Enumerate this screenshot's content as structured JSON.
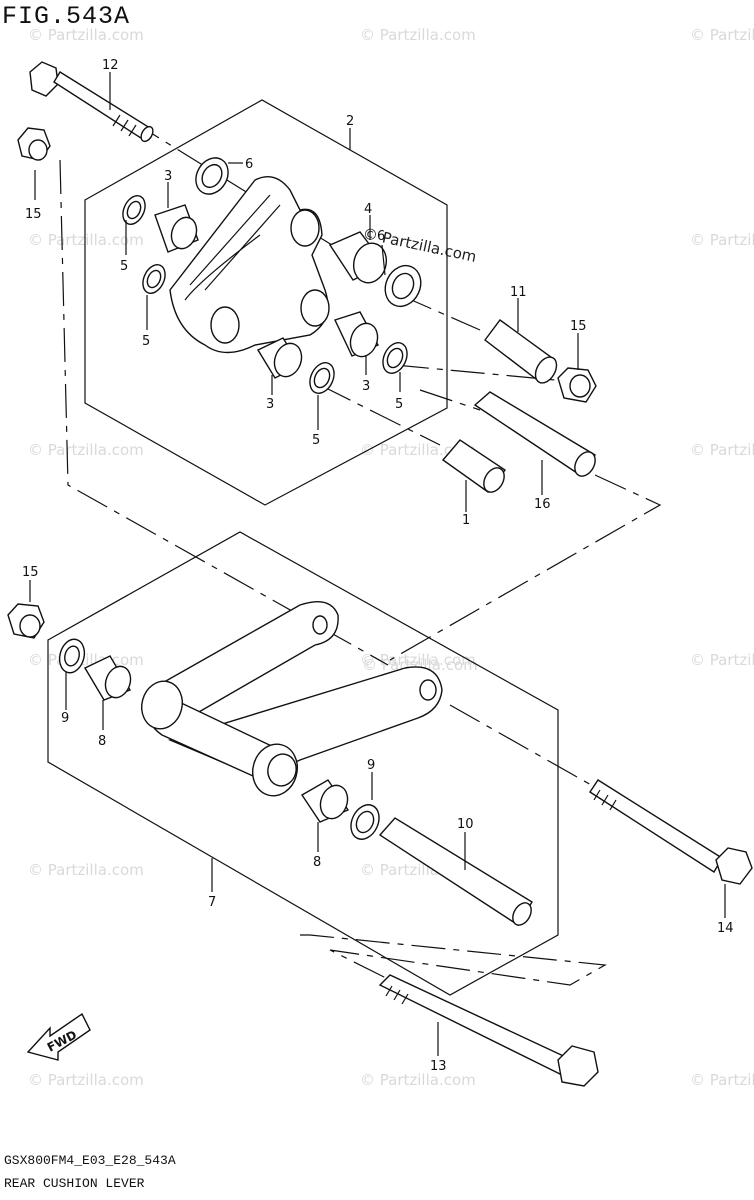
{
  "figure": {
    "title": "FIG.543A",
    "model_code": "GSX800FM4_E03_E28_543A",
    "assembly_name": "REAR CUSHION LEVER"
  },
  "direction_arrow": {
    "label": "FWD"
  },
  "watermark": {
    "text": "© Partzilla.com"
  },
  "callouts": [
    {
      "id": "c12a",
      "label": "12"
    },
    {
      "id": "c2",
      "label": "2"
    },
    {
      "id": "c6a",
      "label": "6"
    },
    {
      "id": "c3a",
      "label": "3"
    },
    {
      "id": "c15a",
      "label": "15"
    },
    {
      "id": "c5a",
      "label": "5"
    },
    {
      "id": "c4",
      "label": "4"
    },
    {
      "id": "c6b",
      "label": "6"
    },
    {
      "id": "c11",
      "label": "11"
    },
    {
      "id": "c15b",
      "label": "15"
    },
    {
      "id": "c5b",
      "label": "5"
    },
    {
      "id": "c3b",
      "label": "3"
    },
    {
      "id": "c3c",
      "label": "3"
    },
    {
      "id": "c5c",
      "label": "5"
    },
    {
      "id": "c5d",
      "label": "5"
    },
    {
      "id": "c1",
      "label": "1"
    },
    {
      "id": "c16",
      "label": "16"
    },
    {
      "id": "c15c",
      "label": "15"
    },
    {
      "id": "c9a",
      "label": "9"
    },
    {
      "id": "c8a",
      "label": "8"
    },
    {
      "id": "c9b",
      "label": "9"
    },
    {
      "id": "c10",
      "label": "10"
    },
    {
      "id": "c8b",
      "label": "8"
    },
    {
      "id": "c7",
      "label": "7"
    },
    {
      "id": "c14",
      "label": "14"
    },
    {
      "id": "c13",
      "label": "13"
    }
  ]
}
